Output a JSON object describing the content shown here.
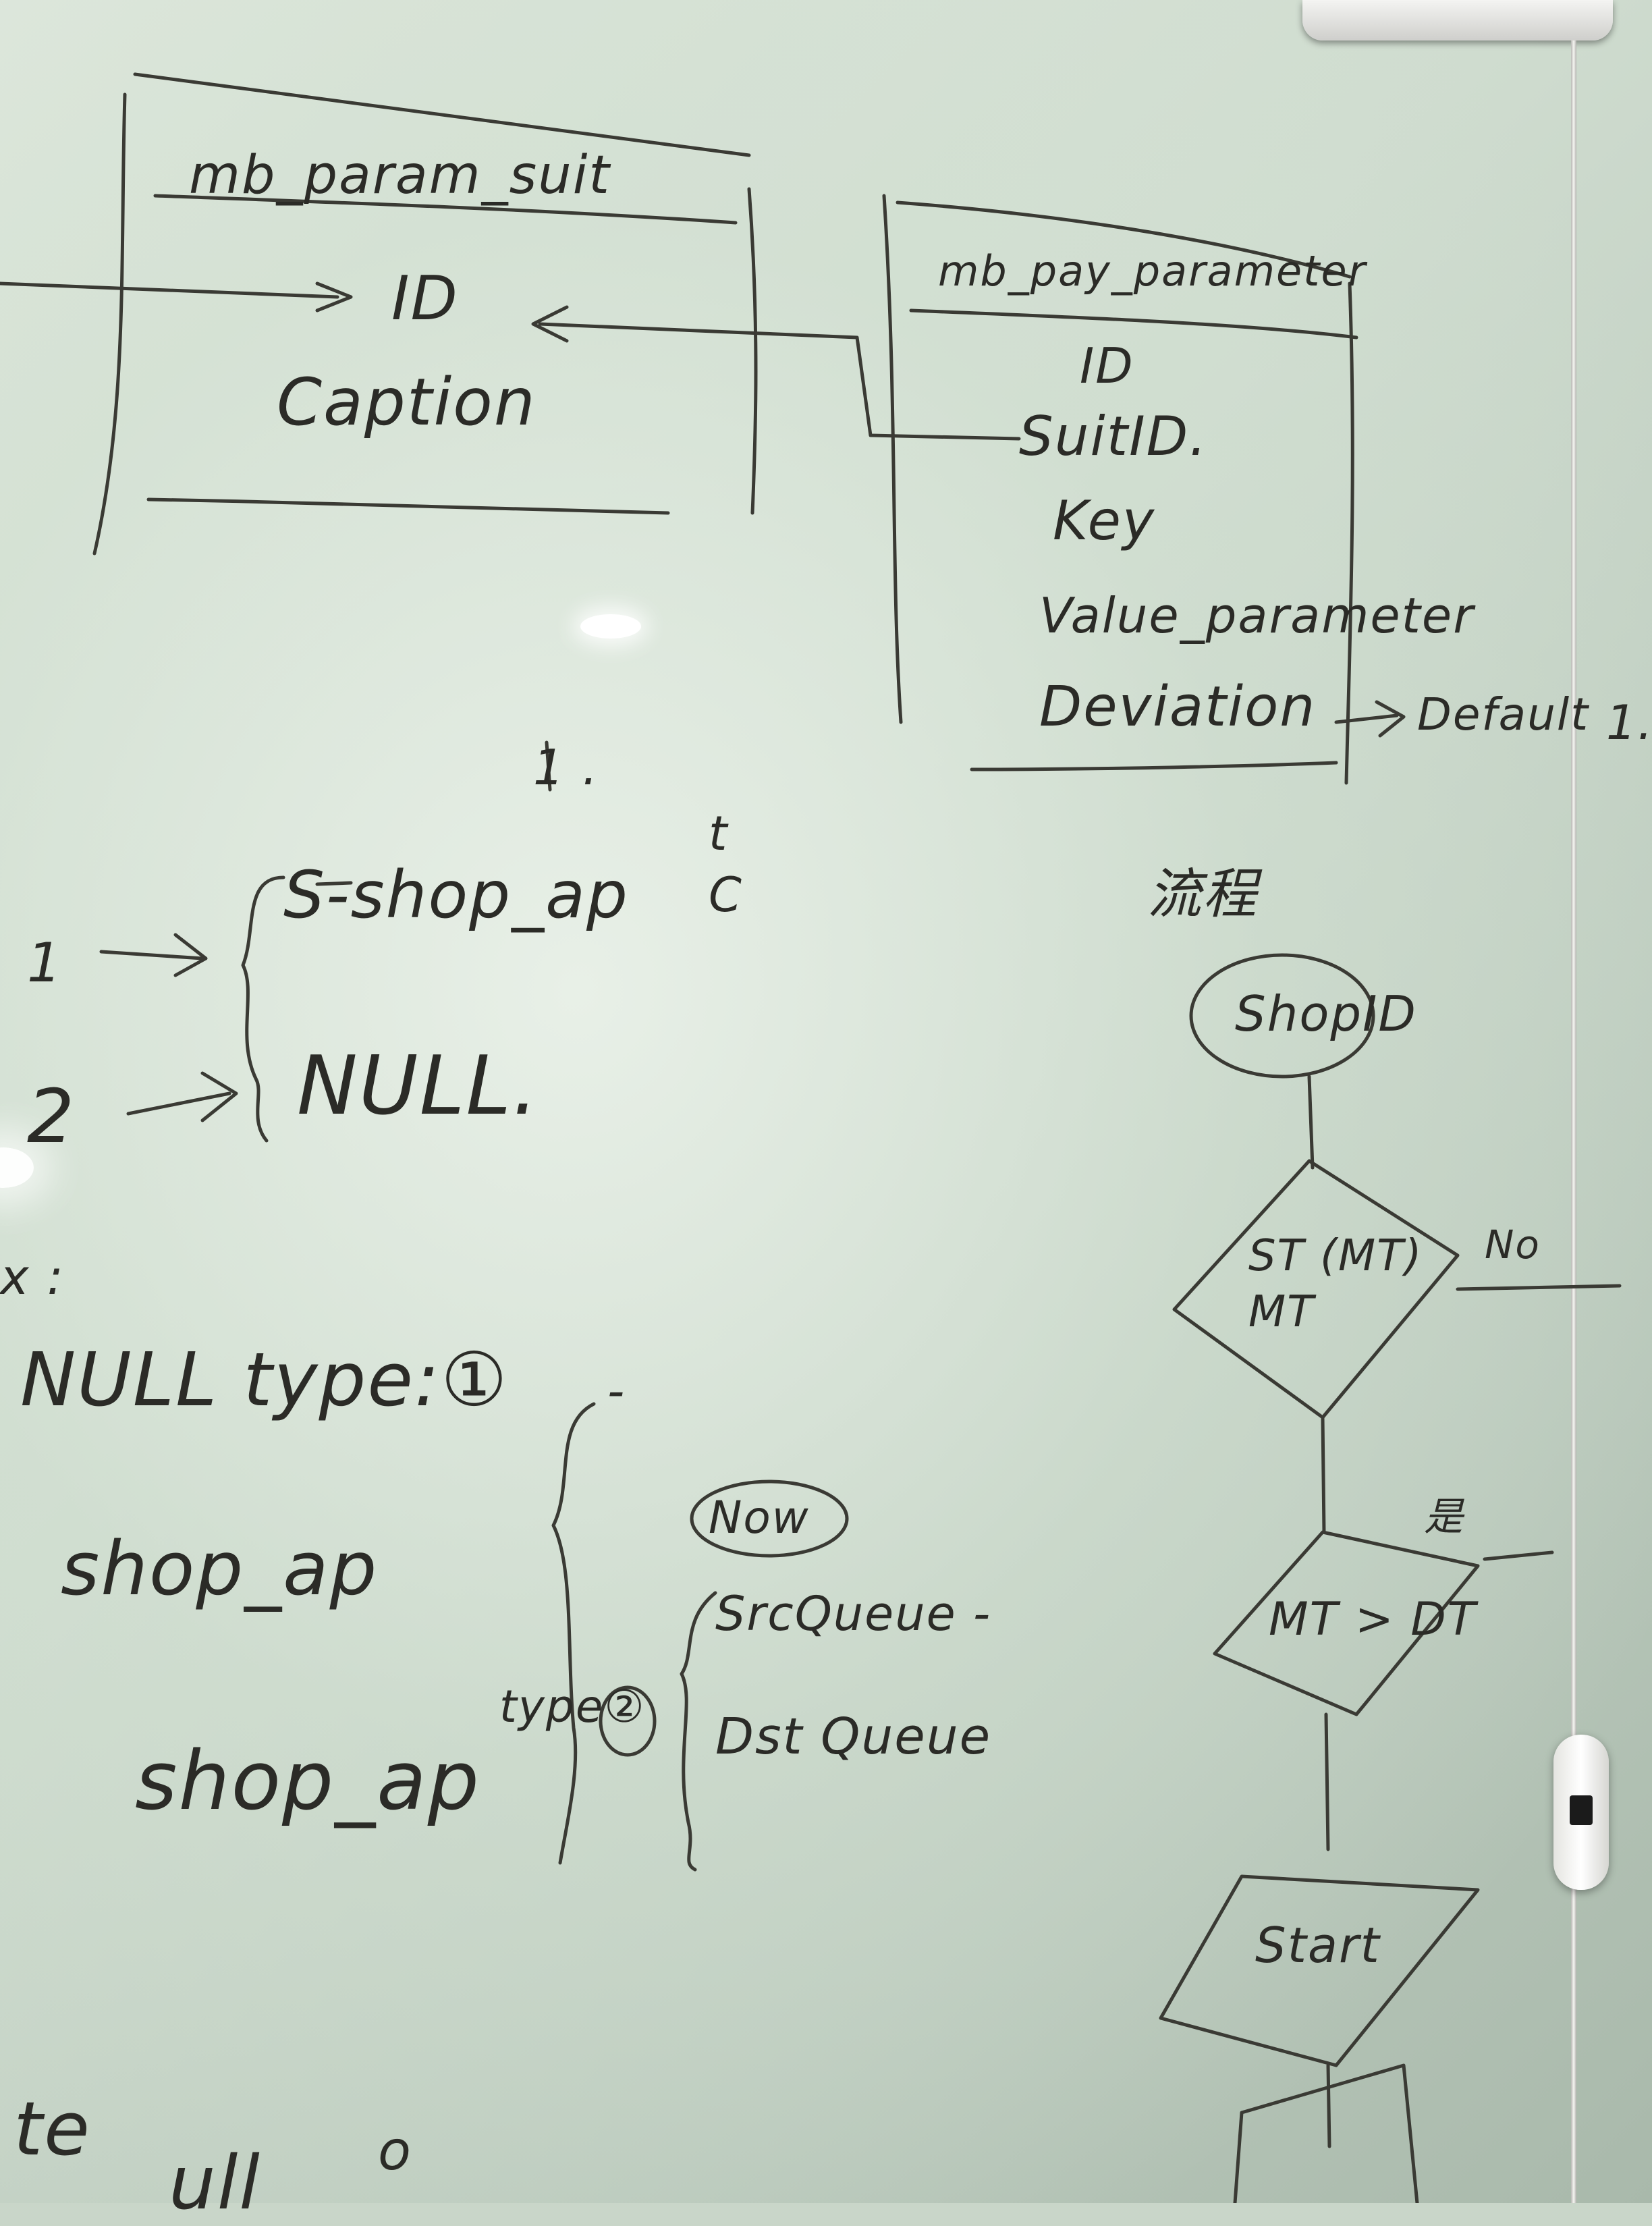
{
  "table_suit": {
    "title": "mb_param_suit",
    "fields": [
      "ID",
      "Caption"
    ]
  },
  "table_pay_param": {
    "title": "mb_pay_parameter",
    "fields": [
      "ID",
      "SuitID.",
      "Key",
      "Value_parameter",
      "Deviation"
    ],
    "deviation_note": "Default",
    "deviation_mark": "1."
  },
  "marks": {
    "one_dot": "1 .",
    "t_c": "t\nC"
  },
  "mapping_top": {
    "n1": "1",
    "n2": "2",
    "item_a": "S-shop_ap",
    "item_b": "NULL."
  },
  "mapping_bottom": {
    "label_x": "x :",
    "null_type": "NULL type:①",
    "shop_ap_1": "shop_ap",
    "shop_ap_2": "shop_ap",
    "type2": "type②",
    "now": "Now",
    "src_queue": "SrcQueue -",
    "dst_queue": "Dst Queue",
    "dash": "-"
  },
  "flow": {
    "title": "流程",
    "start": "ShopID",
    "decision1": "ST (MT)\nMT",
    "decision1_branch": "No",
    "decision2": "MT > DT",
    "decision2_branch": "是",
    "process": "Start"
  },
  "bottom_left": {
    "fragment1": "te",
    "fragment2": "ull",
    "fragment3": "o"
  }
}
